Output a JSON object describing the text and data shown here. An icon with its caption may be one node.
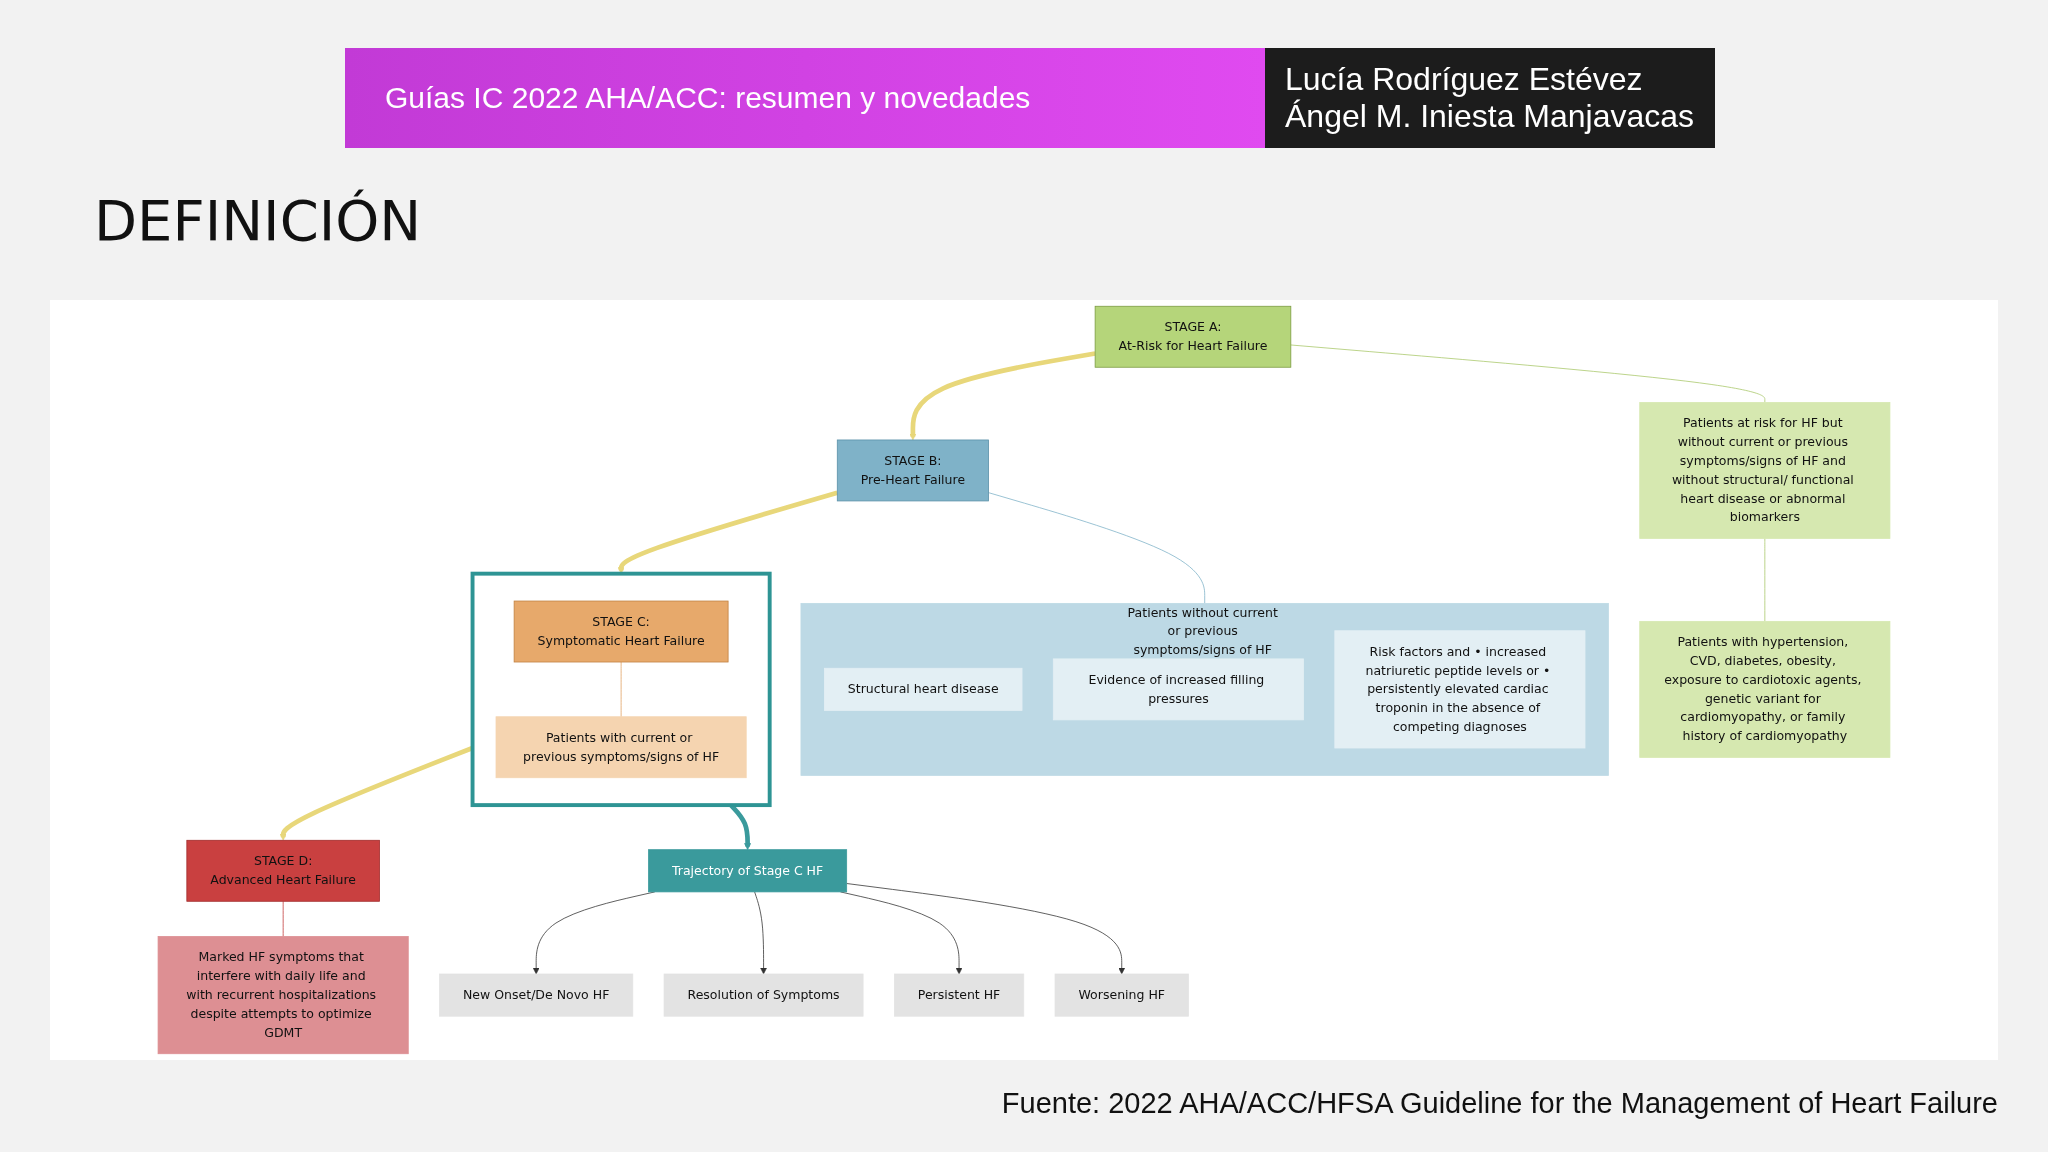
{
  "diagram": {
    "title": "Guías IC 2022 AHA/ACC: resumen y novedades",
    "caption": "Fuente: 2022 AHA/ACC/HFSA Guideline for the Management of Heart Failure",
    "nodes": [
      {
        "text": [
          "STAGE A:",
          "At-Risk for Heart Failure"
        ]
      },
      {
        "text": [
          "Patients at risk for HF but without current or previous symptoms/signs of HF and without structural/ functional heart disease or abnormal biomarkers"
        ]
      },
      {
        "text": [
          "Patients with hypertension, CVD, diabetes, obesity, exposure to cardiotoxic agents, genetic variant for cardiomyopathy, or family history of cardiomyopathy"
        ]
      },
      {
        "text": [
          "STAGE B:",
          "Pre-Heart Failure"
        ]
      },
      {
        "text": [
          "Patients without current or previous symptoms/signs of HF but evidence of 1 of the following:"
        ]
      },
      {
        "text": [
          "Structural heart disease"
        ],
        "in": 4
      },
      {
        "text": [
          "Evidence of increased filling pressures"
        ],
        "in": 4
      },
      {
        "text": [
          "Risk factors and • increased natriuretic peptide levels or • persistently elevated cardiac troponin in the absence of competing diagnoses"
        ],
        "in": 4
      },
      {
        "text": [],
        "shape": "box"
      },
      {
        "text": [
          "STAGE C:",
          "Symptomatic Heart Failure"
        ],
        "in": 8
      },
      {
        "text": [
          "Patients with current or previous symptoms/signs of HF"
        ],
        "in": 8
      },
      {
        "text": [
          "STAGE D:",
          "Advanced Heart Failure"
        ]
      },
      {
        "text": [
          "Marked HF symptoms that interfere with daily life and with recurrent hospitalizations despite attempts to optimize GDMT"
        ]
      },
      {
        "text": [
          "Trajectory of Stage C HF"
        ]
      },
      {
        "text": [
          "New Onset/De Novo HF"
        ]
      },
      {
        "text": [
          "Resolution of Symptoms"
        ]
      },
      {
        "text": [
          "Persistent HF"
        ]
      },
      {
        "text": [
          "Worsening HF"
        ]
      }
    ],
    "edges": [
      {
        "from": 0,
        "to": 1,
        "arrow": "none",
        "color": "#a9c86a"
      },
      {
        "from": 1,
        "to": 2,
        "arrow": "none",
        "color": "#a9c86a"
      },
      {
        "from": 3,
        "to": 4,
        "arrow": "none",
        "color": "#7fb2c8"
      },
      {
        "from": 9,
        "to": 10,
        "arrow": "none",
        "color": "#e0a060"
      },
      {
        "from": 11,
        "to": 12,
        "arrow": "none",
        "color": "#c23a3a"
      },
      {
        "from": 0,
        "to": 3,
        "arrow": "to",
        "style": "thick",
        "color": "#e8d77a"
      },
      {
        "from": 3,
        "to": 8,
        "arrow": "to",
        "style": "thick",
        "color": "#e8d77a"
      },
      {
        "from": 8,
        "to": 11,
        "arrow": "to",
        "style": "thick",
        "color": "#e8d77a"
      },
      {
        "from": 8,
        "to": 13,
        "arrow": "to",
        "style": "thick",
        "color": "#3a9a9c"
      },
      {
        "from": 13,
        "to": 14,
        "arrow": "to"
      },
      {
        "from": 13,
        "to": 15,
        "arrow": "to"
      },
      {
        "from": 13,
        "to": 16,
        "arrow": "to"
      },
      {
        "from": 13,
        "to": 17,
        "arrow": "to"
      }
    ],
    "labels": [
      "Lucía Rodríguez Estévez",
      "Ángel M. Iniesta Manjavacas",
      "DEFINICIÓN"
    ]
  }
}
